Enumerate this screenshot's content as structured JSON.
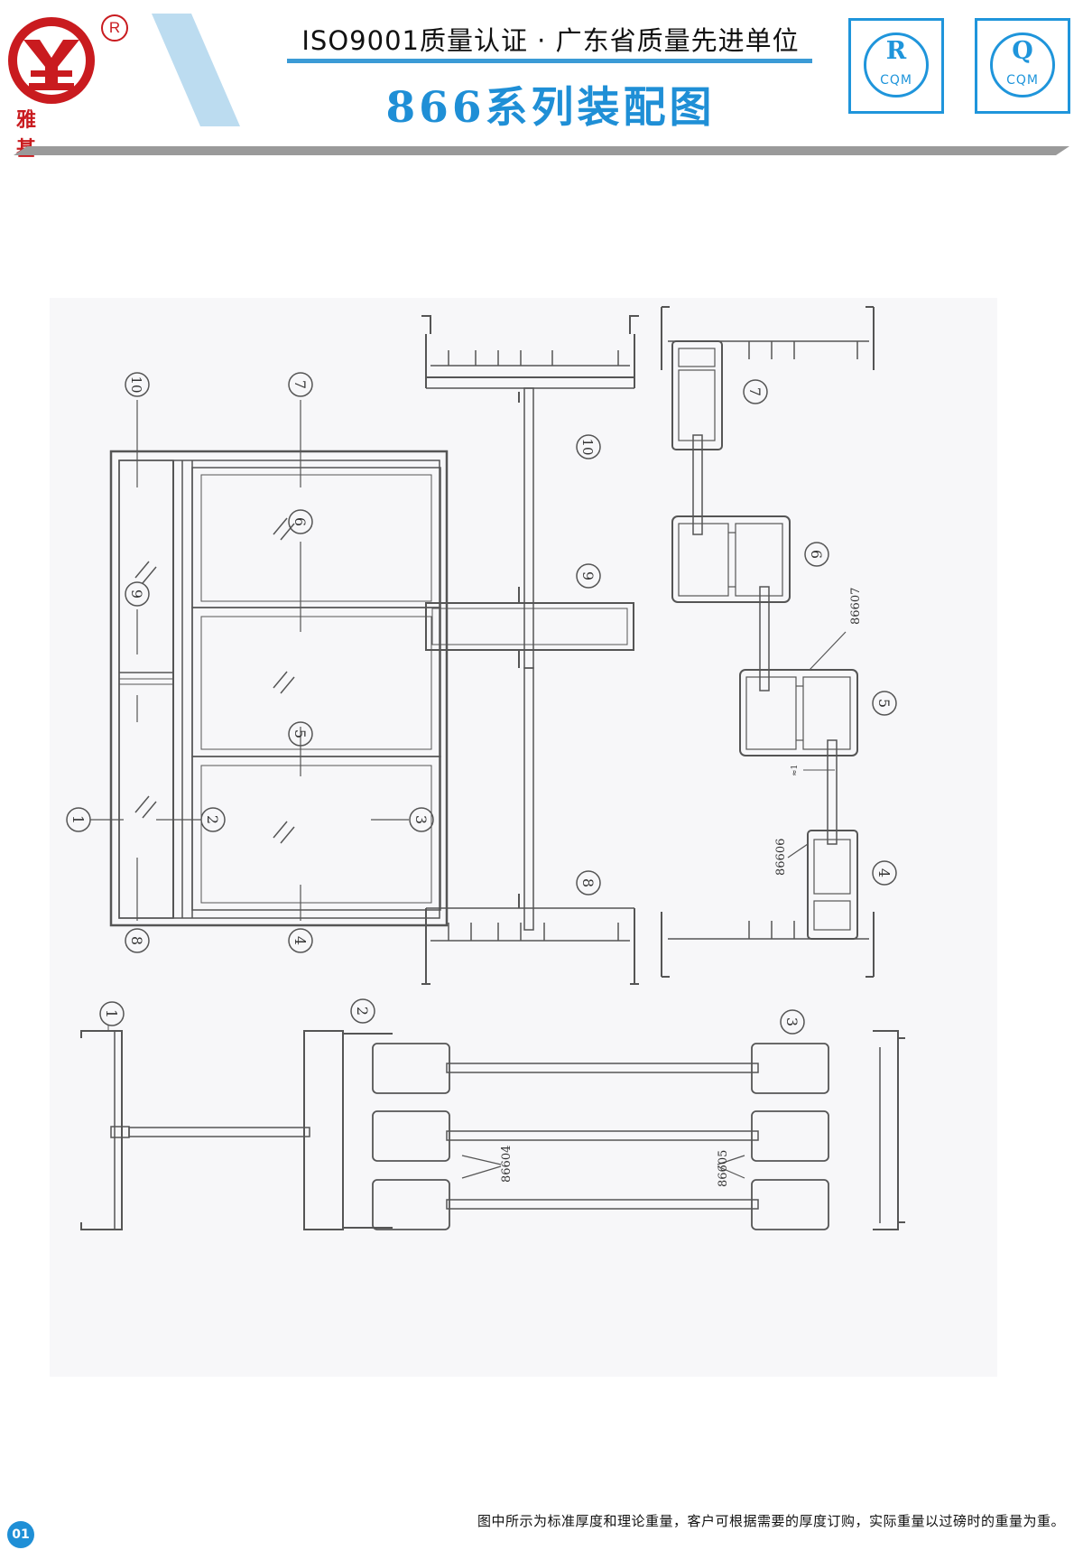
{
  "header": {
    "logo_brand": "雅 基",
    "registered_mark": "R",
    "certification": "ISO9001质量认证 · 广东省质量先进单位",
    "title": "866系列装配图",
    "badges": [
      {
        "letter": "R",
        "sub": "CQM"
      },
      {
        "letter": "Q",
        "sub": "CQM"
      }
    ]
  },
  "callouts": {
    "n1": "1",
    "n2": "2",
    "n3": "3",
    "n4": "4",
    "n5": "5",
    "n6": "6",
    "n7": "7",
    "n8": "8",
    "n9": "9",
    "n10": "10"
  },
  "part_codes": {
    "p86604": "86604",
    "p86605": "86605",
    "p86606": "86606",
    "p86607": "86607"
  },
  "dimension_mark": "≈1",
  "footer": {
    "page_number": "01",
    "note": "图中所示为标准厚度和理论重量，客户可根据需要的厚度订购，实际重量以过磅时的重量为重。"
  },
  "colors": {
    "brand_red": "#c91b1f",
    "accent_blue": "#1f8fd6",
    "line_gray": "#555555"
  }
}
